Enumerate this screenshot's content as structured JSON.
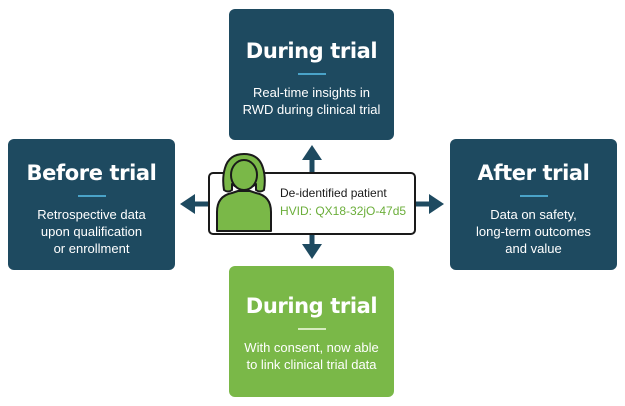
{
  "boxes": {
    "top": {
      "title": "During trial",
      "lines": [
        "Real-time insights in",
        "RWD during clinical trial"
      ]
    },
    "left": {
      "title": "Before trial",
      "lines": [
        "Retrospective data",
        "upon qualification",
        "or enrollment"
      ]
    },
    "right": {
      "title": "After trial",
      "lines": [
        "Data on safety,",
        "long-term outcomes",
        "and value"
      ]
    },
    "bottom": {
      "title": "During trial",
      "lines": [
        "With consent, now able",
        "to link clinical trial data"
      ]
    }
  },
  "patient": {
    "label": "De-identified patient",
    "hvid": "HVID: QX18-32jO-47d5"
  },
  "colors": {
    "navy": "#1e4a60",
    "green": "#7ab848",
    "hvid_text": "#6bae3a",
    "avatar": "#7ab848"
  }
}
